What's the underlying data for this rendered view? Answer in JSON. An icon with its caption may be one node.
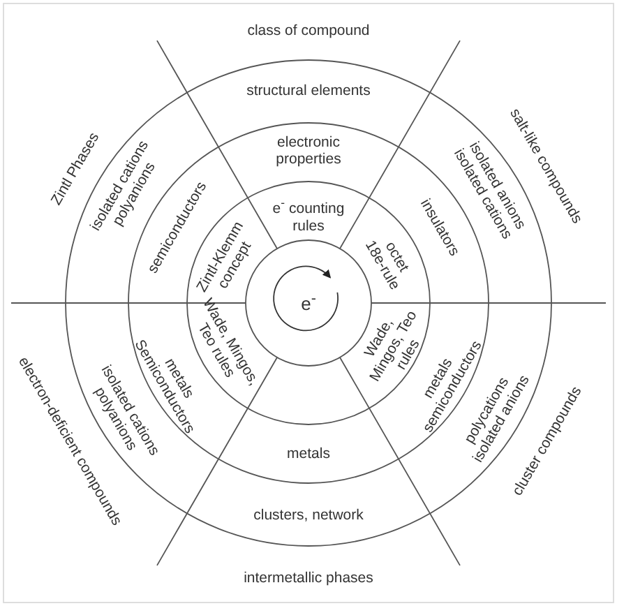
{
  "diagram": {
    "labels": [
      "class of compound",
      "structural elements",
      "Zintl Phases",
      "salt-like compounds",
      "electronic properties",
      "isolated cations polyanions",
      "isolated anions isolated cations",
      "e$^{-}$ counting rules",
      "semiconductors",
      "insulators",
      "Zintl-Klemm concept",
      "octet 18e-rule",
      "e$^{-}$",
      "electron-deficient compounds",
      "isolated cations polyanions",
      "metals Semiconductors",
      "Wade, Mingos, Teo rules",
      "Wade, Mingos, Teo rules",
      "metals semiconductors",
      "polycations isolated anions",
      "cluster compounds",
      "metals",
      "clusters, network",
      "intermetallic phases"
    ]
  }
}
